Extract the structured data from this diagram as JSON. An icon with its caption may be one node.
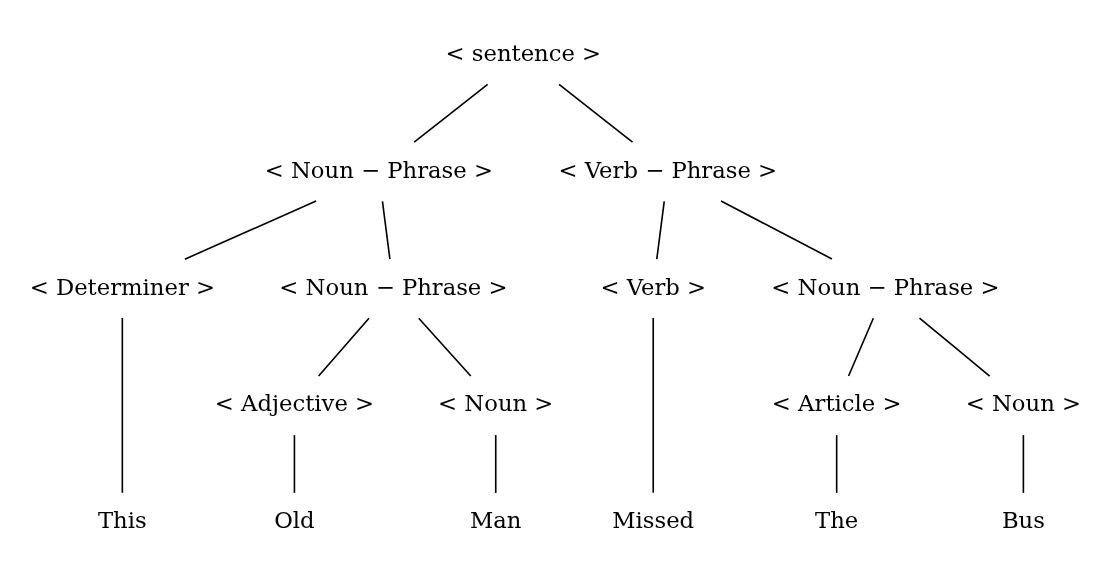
{
  "diagram": {
    "nodes": [
      {
        "text": [
          "< sentence >"
        ]
      },
      {
        "text": [
          "< Noun − Phrase >"
        ]
      },
      {
        "text": [
          "< Verb − Phrase >"
        ]
      },
      {
        "text": [
          "< Determiner >"
        ]
      },
      {
        "text": [
          "< Noun − Phrase >"
        ]
      },
      {
        "text": [
          "< Verb >"
        ]
      },
      {
        "text": [
          "< Noun − Phrase >"
        ]
      },
      {
        "text": [
          "< Adjective >"
        ]
      },
      {
        "text": [
          "< Noun >"
        ]
      },
      {
        "text": [
          "< Article >"
        ]
      },
      {
        "text": [
          "< Noun >"
        ]
      },
      {
        "text": [
          "This"
        ]
      },
      {
        "text": [
          "Old"
        ]
      },
      {
        "text": [
          "Man"
        ]
      },
      {
        "text": [
          "Missed"
        ]
      },
      {
        "text": [
          "The"
        ]
      },
      {
        "text": [
          "Bus"
        ]
      }
    ],
    "edges": [
      {
        "from": 0,
        "to": 1,
        "arrow": "none"
      },
      {
        "from": 0,
        "to": 2,
        "arrow": "none"
      },
      {
        "from": 1,
        "to": 3,
        "arrow": "none"
      },
      {
        "from": 1,
        "to": 4,
        "arrow": "none"
      },
      {
        "from": 2,
        "to": 5,
        "arrow": "none"
      },
      {
        "from": 2,
        "to": 6,
        "arrow": "none"
      },
      {
        "from": 4,
        "to": 7,
        "arrow": "none"
      },
      {
        "from": 4,
        "to": 8,
        "arrow": "none"
      },
      {
        "from": 6,
        "to": 9,
        "arrow": "none"
      },
      {
        "from": 6,
        "to": 10,
        "arrow": "none"
      },
      {
        "from": 3,
        "to": 11,
        "arrow": "none"
      },
      {
        "from": 7,
        "to": 12,
        "arrow": "none"
      },
      {
        "from": 8,
        "to": 13,
        "arrow": "none"
      },
      {
        "from": 5,
        "to": 14,
        "arrow": "none"
      },
      {
        "from": 9,
        "to": 15,
        "arrow": "none"
      },
      {
        "from": 10,
        "to": 16,
        "arrow": "none"
      }
    ]
  }
}
